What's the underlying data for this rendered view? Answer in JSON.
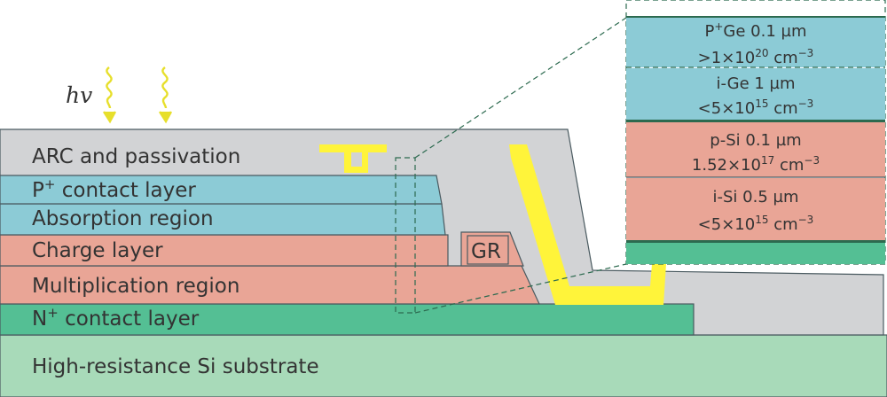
{
  "colors": {
    "arc": "#d2d3d5",
    "blue": "#8ccbd6",
    "salmon": "#e9a596",
    "green": "#54bf94",
    "substrate": "#a8dab9",
    "metal": "#fff43a",
    "dashed": "#2c6a4f"
  },
  "illumination": {
    "photon_label": "hv",
    "icon": "wavy-arrow-down-icon"
  },
  "layers": {
    "arc": "ARC and passivation",
    "p_contact": {
      "base": "P",
      "sup": "+",
      "rest": " contact layer"
    },
    "absorption": "Absorption region",
    "charge": "Charge layer",
    "guard_ring": "GR",
    "multiplication": "Multiplication region",
    "n_contact": {
      "base": "N",
      "sup": "+",
      "rest": " contact layer"
    },
    "substrate": "High-resistance Si substrate"
  },
  "inset": {
    "pge": {
      "name_sup": "+",
      "name_base": "P",
      "name_rest": "Ge 0.1 µm",
      "doping_prefix": ">1×10",
      "doping_exp": "20",
      "doping_unit": " cm",
      "doping_unit_exp": "−3"
    },
    "ige": {
      "name": "i-Ge 1 µm",
      "doping_prefix": "<5×10",
      "doping_exp": "15",
      "doping_unit": " cm",
      "doping_unit_exp": "−3"
    },
    "psi": {
      "name": "p-Si 0.1 µm",
      "doping_prefix": "1.52×10",
      "doping_exp": "17",
      "doping_unit": " cm",
      "doping_unit_exp": "−3"
    },
    "isi": {
      "name": "i-Si 0.5 µm",
      "doping_prefix": "<5×10",
      "doping_exp": "15",
      "doping_unit": " cm",
      "doping_unit_exp": "−3"
    }
  }
}
